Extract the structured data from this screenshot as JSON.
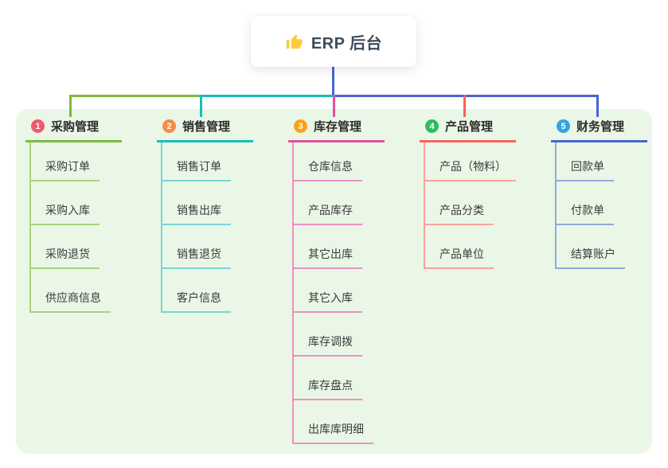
{
  "root": {
    "title": "ERP 后台",
    "icon": "thumbs-up-icon",
    "icon_color": "#FFC83D"
  },
  "panel": {
    "background": "#EAF7E6"
  },
  "connector": {
    "trunk_color": "#4A64D2"
  },
  "branches": [
    {
      "index": "1",
      "label": "采购管理",
      "color": "#7CBA3D",
      "light": "#A9D37F",
      "badge_color": "#F2596B",
      "children": [
        "采购订单",
        "采购入库",
        "采购退货",
        "供应商信息"
      ]
    },
    {
      "index": "2",
      "label": "销售管理",
      "color": "#17BEBB",
      "light": "#7BD3D4",
      "badge_color": "#F78A45",
      "children": [
        "销售订单",
        "销售出库",
        "销售退货",
        "客户信息"
      ]
    },
    {
      "index": "3",
      "label": "库存管理",
      "color": "#E2519F",
      "light": "#EE8FC5",
      "badge_color": "#F8A41B",
      "children": [
        "仓库信息",
        "产品库存",
        "其它出库",
        "其它入库",
        "库存调拨",
        "库存盘点",
        "出库库明细"
      ]
    },
    {
      "index": "4",
      "label": "产品管理",
      "color": "#F9605A",
      "light": "#FBA29E",
      "badge_color": "#2EBD61",
      "children": [
        "产品（物料）",
        "产品分类",
        "产品单位"
      ]
    },
    {
      "index": "5",
      "label": "财务管理",
      "color": "#4A64D2",
      "light": "#93A9DE",
      "badge_color": "#35A4DE",
      "children": [
        "回款单",
        "付款单",
        "结算账户"
      ]
    }
  ]
}
